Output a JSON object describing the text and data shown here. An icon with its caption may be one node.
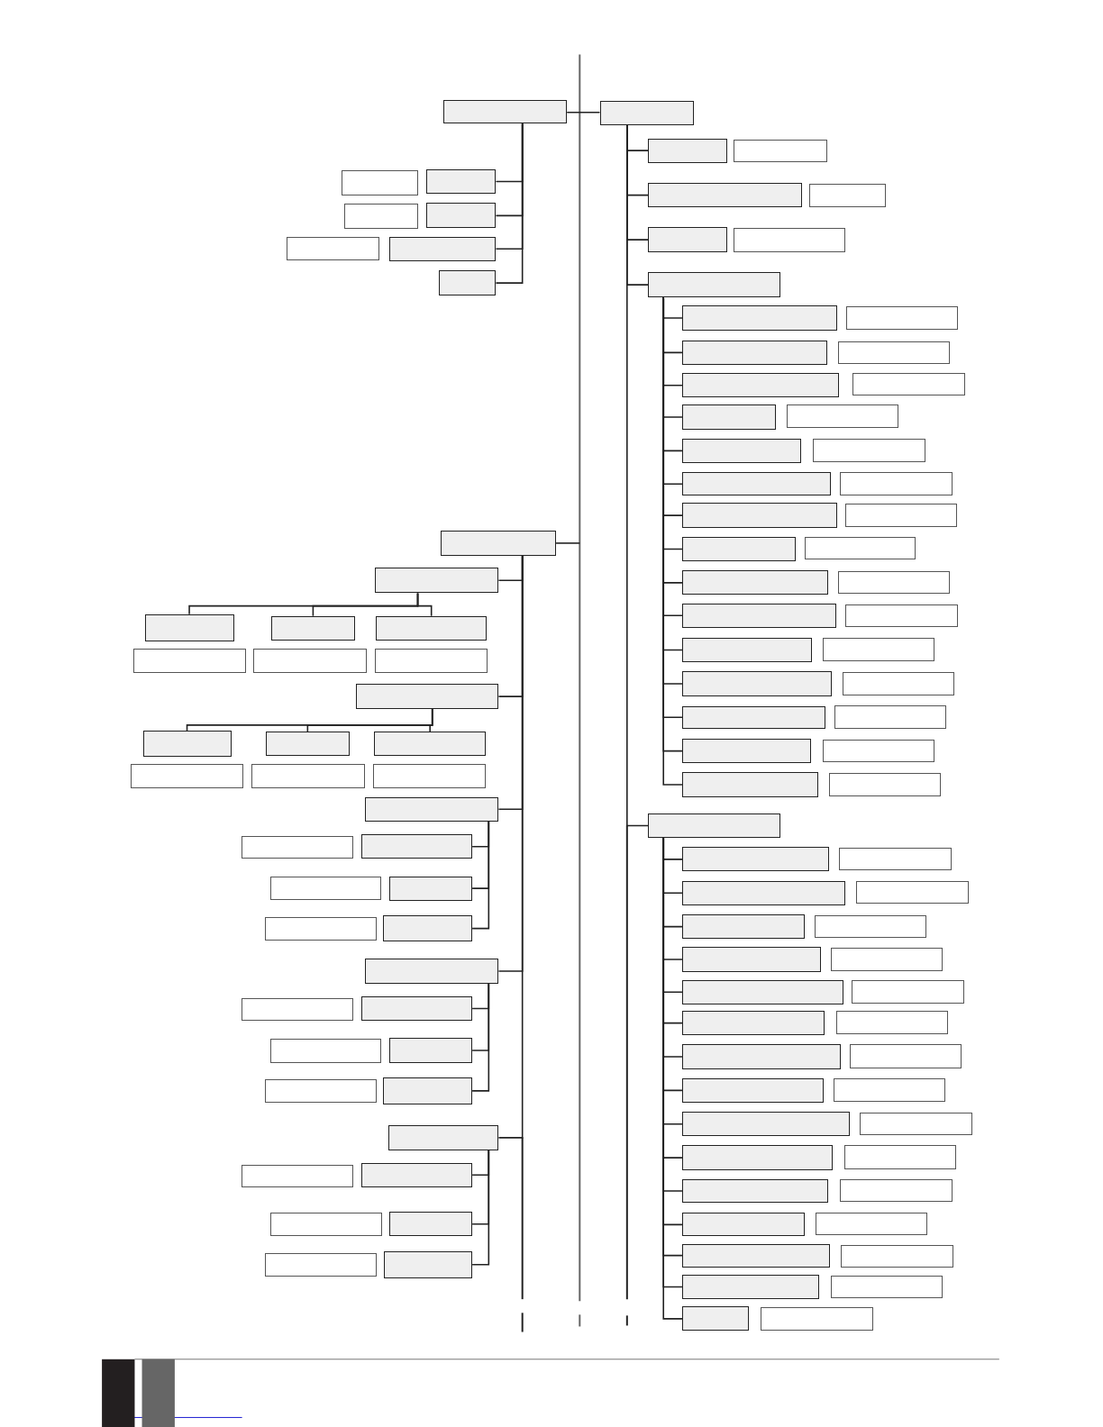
{
  "diagram": {
    "nodes": [
      {
        "text": [],
        "shape": "box"
      },
      {
        "text": [],
        "shape": "box"
      },
      {
        "text": [],
        "shape": "box"
      },
      {
        "text": [],
        "shape": "box"
      },
      {
        "text": [],
        "shape": "box"
      },
      {
        "text": [],
        "shape": "box"
      },
      {
        "text": [],
        "shape": "box"
      },
      {
        "text": [],
        "shape": "box"
      },
      {
        "text": [],
        "shape": "box"
      },
      {
        "text": [],
        "shape": "box"
      },
      {
        "text": [],
        "shape": "box"
      },
      {
        "text": [],
        "shape": "box"
      },
      {
        "text": [],
        "shape": "box"
      },
      {
        "text": [],
        "shape": "box"
      },
      {
        "text": [],
        "shape": "box"
      },
      {
        "text": [],
        "shape": "box"
      },
      {
        "text": [],
        "shape": "box"
      },
      {
        "text": [],
        "shape": "box"
      },
      {
        "text": [],
        "shape": "box"
      },
      {
        "text": [],
        "shape": "box"
      },
      {
        "text": [],
        "shape": "box"
      },
      {
        "text": [],
        "shape": "box"
      },
      {
        "text": [],
        "shape": "box"
      },
      {
        "text": [],
        "shape": "box"
      },
      {
        "text": [],
        "shape": "box"
      },
      {
        "text": [],
        "shape": "box"
      },
      {
        "text": [],
        "shape": "box"
      },
      {
        "text": [],
        "shape": "box"
      },
      {
        "text": [],
        "shape": "box"
      },
      {
        "text": [],
        "shape": "box"
      },
      {
        "text": [],
        "shape": "box"
      },
      {
        "text": [],
        "shape": "box"
      },
      {
        "text": [],
        "shape": "box"
      },
      {
        "text": [],
        "shape": "box"
      },
      {
        "text": [],
        "shape": "box"
      },
      {
        "text": [],
        "shape": "box"
      },
      {
        "text": [],
        "shape": "box"
      },
      {
        "text": [],
        "shape": "box"
      },
      {
        "text": [],
        "shape": "box"
      },
      {
        "text": [],
        "shape": "box"
      },
      {
        "text": [],
        "shape": "box"
      },
      {
        "text": [],
        "shape": "box"
      },
      {
        "text": [],
        "shape": "box"
      },
      {
        "text": [],
        "shape": "box"
      },
      {
        "text": [],
        "shape": "box"
      },
      {
        "text": [],
        "shape": "box"
      },
      {
        "text": [],
        "shape": "box"
      },
      {
        "text": [],
        "shape": "box"
      },
      {
        "text": [],
        "shape": "box"
      },
      {
        "text": [],
        "shape": "box"
      },
      {
        "text": [],
        "shape": "box"
      },
      {
        "text": [],
        "shape": "box"
      },
      {
        "text": [],
        "shape": "box"
      },
      {
        "text": [],
        "shape": "box"
      },
      {
        "text": [],
        "shape": "box"
      },
      {
        "text": [],
        "shape": "box"
      },
      {
        "text": [],
        "shape": "box"
      },
      {
        "text": [],
        "shape": "box"
      },
      {
        "text": [],
        "shape": "box"
      },
      {
        "text": [],
        "shape": "box"
      },
      {
        "text": [],
        "shape": "box"
      },
      {
        "text": [],
        "shape": "box"
      },
      {
        "text": [],
        "shape": "box"
      },
      {
        "text": [],
        "shape": "box"
      },
      {
        "text": [],
        "shape": "box"
      },
      {
        "text": [],
        "shape": "box"
      },
      {
        "text": [],
        "shape": "box"
      },
      {
        "text": [],
        "shape": "box"
      },
      {
        "text": [],
        "shape": "box"
      },
      {
        "text": [],
        "shape": "box"
      },
      {
        "text": [],
        "shape": "box"
      },
      {
        "text": [],
        "shape": "box"
      },
      {
        "text": [],
        "shape": "box"
      },
      {
        "text": [],
        "shape": "box"
      },
      {
        "text": [],
        "shape": "box"
      },
      {
        "text": [],
        "shape": "box"
      },
      {
        "text": [],
        "shape": "box"
      },
      {
        "text": [],
        "shape": "box"
      },
      {
        "text": [],
        "shape": "box"
      },
      {
        "text": [],
        "shape": "box"
      },
      {
        "text": [],
        "shape": "box"
      },
      {
        "text": [],
        "shape": "box"
      },
      {
        "text": [],
        "shape": "box"
      },
      {
        "text": [],
        "shape": "box"
      },
      {
        "text": [],
        "shape": "box"
      },
      {
        "text": [],
        "shape": "box"
      },
      {
        "text": [],
        "shape": "box"
      },
      {
        "text": [],
        "shape": "box"
      },
      {
        "text": [],
        "shape": "box"
      },
      {
        "text": [],
        "shape": "box"
      },
      {
        "text": [],
        "shape": "box"
      },
      {
        "text": [],
        "shape": "box"
      },
      {
        "text": [],
        "shape": "box"
      },
      {
        "text": [],
        "shape": "box"
      },
      {
        "text": [],
        "shape": "box"
      },
      {
        "text": [],
        "shape": "box"
      },
      {
        "text": [],
        "shape": "box"
      },
      {
        "text": [],
        "shape": "box"
      },
      {
        "text": [],
        "shape": "box"
      },
      {
        "text": [],
        "shape": "box"
      },
      {
        "text": [],
        "shape": "box"
      },
      {
        "text": [],
        "shape": "box"
      },
      {
        "text": [],
        "shape": "box"
      },
      {
        "text": [],
        "shape": "box"
      },
      {
        "text": [],
        "shape": "box"
      },
      {
        "text": [],
        "shape": "box"
      },
      {
        "text": [],
        "shape": "box"
      },
      {
        "text": [],
        "shape": "box"
      },
      {
        "text": [],
        "shape": "box"
      },
      {
        "text": [],
        "shape": "box"
      },
      {
        "text": [],
        "shape": "box"
      },
      {
        "text": [],
        "shape": "box"
      },
      {
        "text": [],
        "shape": "box"
      }
    ],
    "edges": [
      {
        "from": 0,
        "to": 1,
        "arrow": "none"
      },
      {
        "from": 0,
        "to": 3,
        "arrow": "none"
      },
      {
        "from": 0,
        "to": 5,
        "arrow": "none"
      },
      {
        "from": 0,
        "to": 7,
        "arrow": "none"
      },
      {
        "from": 0,
        "to": 8,
        "arrow": "none"
      },
      {
        "from": 1,
        "to": 9,
        "arrow": "none"
      },
      {
        "from": 1,
        "to": 11,
        "arrow": "none"
      },
      {
        "from": 1,
        "to": 13,
        "arrow": "none"
      },
      {
        "from": 1,
        "to": 15,
        "arrow": "none"
      },
      {
        "from": 1,
        "to": 82,
        "arrow": "none"
      },
      {
        "from": 15,
        "to": 16,
        "arrow": "none"
      },
      {
        "from": 15,
        "to": 18,
        "arrow": "none"
      },
      {
        "from": 15,
        "to": 20,
        "arrow": "none"
      },
      {
        "from": 15,
        "to": 22,
        "arrow": "none"
      },
      {
        "from": 15,
        "to": 24,
        "arrow": "none"
      },
      {
        "from": 15,
        "to": 26,
        "arrow": "none"
      },
      {
        "from": 15,
        "to": 28,
        "arrow": "none"
      },
      {
        "from": 15,
        "to": 30,
        "arrow": "none"
      },
      {
        "from": 15,
        "to": 32,
        "arrow": "none"
      },
      {
        "from": 15,
        "to": 34,
        "arrow": "none"
      },
      {
        "from": 15,
        "to": 36,
        "arrow": "none"
      },
      {
        "from": 15,
        "to": 38,
        "arrow": "none"
      },
      {
        "from": 15,
        "to": 40,
        "arrow": "none"
      },
      {
        "from": 15,
        "to": 42,
        "arrow": "none"
      },
      {
        "from": 15,
        "to": 44,
        "arrow": "none"
      },
      {
        "from": 82,
        "to": 83,
        "arrow": "none"
      },
      {
        "from": 82,
        "to": 85,
        "arrow": "none"
      },
      {
        "from": 82,
        "to": 87,
        "arrow": "none"
      },
      {
        "from": 82,
        "to": 89,
        "arrow": "none"
      },
      {
        "from": 82,
        "to": 91,
        "arrow": "none"
      },
      {
        "from": 82,
        "to": 93,
        "arrow": "none"
      },
      {
        "from": 82,
        "to": 95,
        "arrow": "none"
      },
      {
        "from": 82,
        "to": 97,
        "arrow": "none"
      },
      {
        "from": 82,
        "to": 99,
        "arrow": "none"
      },
      {
        "from": 82,
        "to": 101,
        "arrow": "none"
      },
      {
        "from": 82,
        "to": 103,
        "arrow": "none"
      },
      {
        "from": 82,
        "to": 105,
        "arrow": "none"
      },
      {
        "from": 82,
        "to": 107,
        "arrow": "none"
      },
      {
        "from": 82,
        "to": 109,
        "arrow": "none"
      },
      {
        "from": 82,
        "to": 111,
        "arrow": "none"
      },
      {
        "from": 46,
        "to": null,
        "arrow": "none"
      },
      {
        "from": 46,
        "to": 47,
        "arrow": "none"
      },
      {
        "from": 46,
        "to": 54,
        "arrow": "none"
      },
      {
        "from": 46,
        "to": 61,
        "arrow": "none"
      },
      {
        "from": 46,
        "to": 68,
        "arrow": "none"
      },
      {
        "from": 46,
        "to": 75,
        "arrow": "none"
      },
      {
        "from": 47,
        "to": 48,
        "arrow": "none"
      },
      {
        "from": 47,
        "to": 49,
        "arrow": "none"
      },
      {
        "from": 47,
        "to": 50,
        "arrow": "none"
      },
      {
        "from": 54,
        "to": 55,
        "arrow": "none"
      },
      {
        "from": 54,
        "to": 56,
        "arrow": "none"
      },
      {
        "from": 54,
        "to": 57,
        "arrow": "none"
      },
      {
        "from": 61,
        "to": 63,
        "arrow": "none"
      },
      {
        "from": 61,
        "to": 65,
        "arrow": "none"
      },
      {
        "from": 61,
        "to": 67,
        "arrow": "none"
      },
      {
        "from": 68,
        "to": 70,
        "arrow": "none"
      },
      {
        "from": 68,
        "to": 72,
        "arrow": "none"
      },
      {
        "from": 68,
        "to": 74,
        "arrow": "none"
      },
      {
        "from": 75,
        "to": 77,
        "arrow": "none"
      },
      {
        "from": 75,
        "to": 79,
        "arrow": "none"
      },
      {
        "from": 75,
        "to": 81,
        "arrow": "none"
      }
    ]
  }
}
